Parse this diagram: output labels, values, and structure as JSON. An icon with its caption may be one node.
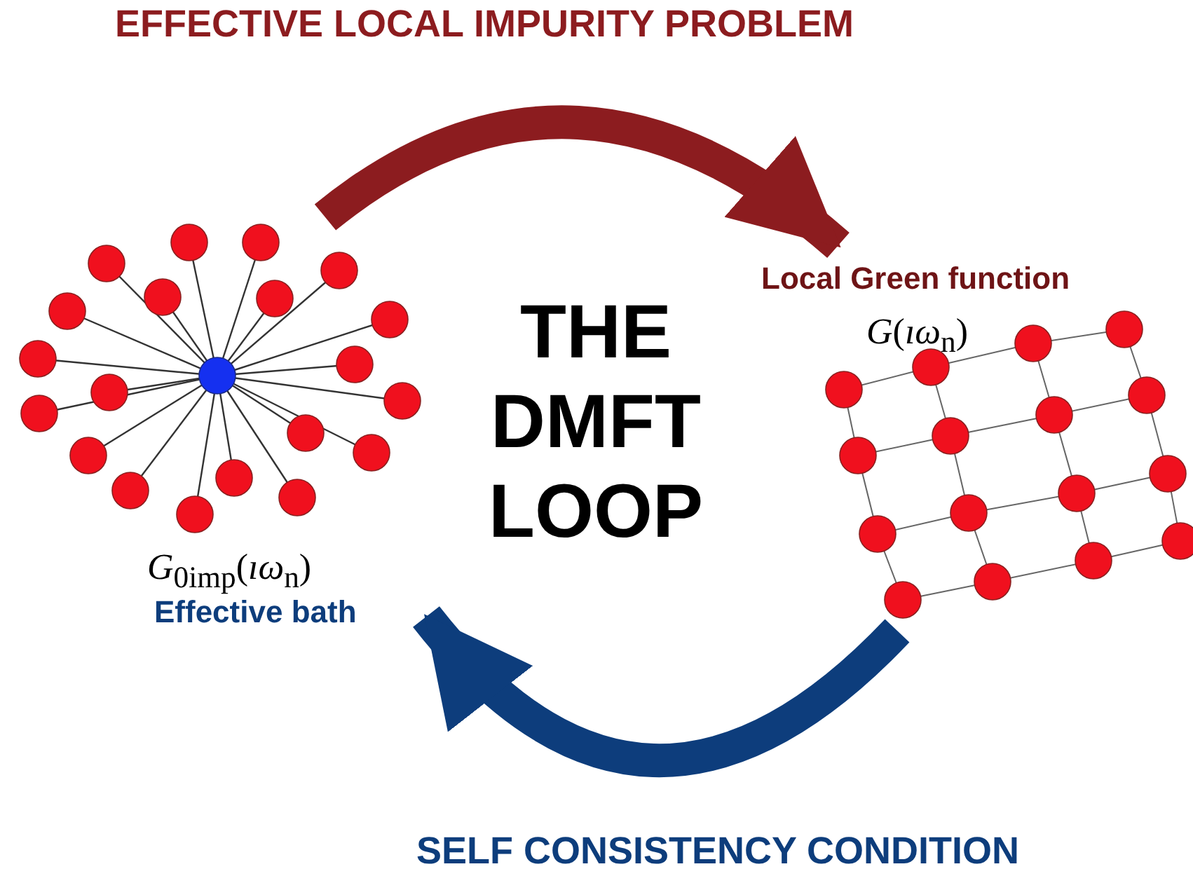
{
  "diagram": {
    "nodes": [
      {
        "text": [
          "*G*$_{0imp}$(*ıω*$_{n}$)",
          "Effective bath"
        ]
      },
      {
        "text": [
          "Local Green function",
          "*G*(*ıω*$_{n}$)"
        ]
      }
    ],
    "edges": [
      {
        "from": 0,
        "to": 1,
        "arrow": "to",
        "label": "EFFECTIVE LOCAL IMPURITY PROBLEM",
        "color": "#8c1c1f"
      },
      {
        "from": 1,
        "to": 0,
        "arrow": "to",
        "label": "SELF CONSISTENCY CONDITION",
        "color": "#0d3d7c"
      }
    ],
    "labels": [
      "THE DMFT LOOP"
    ]
  }
}
